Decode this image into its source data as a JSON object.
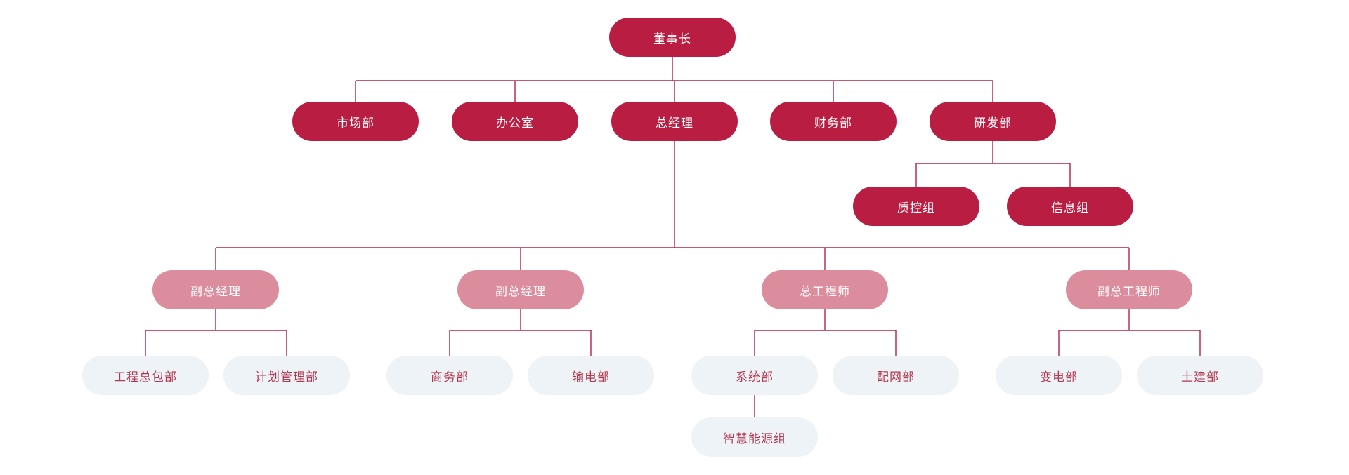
{
  "colors": {
    "accent_dark": "#b91e42",
    "accent_pink": "#db8d9d",
    "node_light_bg": "#eef3f7",
    "node_light_text": "#b43a52",
    "text_on_dark": "#ffffff",
    "line": "#b22346"
  },
  "nodes": [
    {
      "label": "董事长",
      "level": 1
    },
    {
      "label": "市场部",
      "level": 1
    },
    {
      "label": "办公室",
      "level": 1
    },
    {
      "label": "总经理",
      "level": 1
    },
    {
      "label": "财务部",
      "level": 1
    },
    {
      "label": "研发部",
      "level": 1
    },
    {
      "label": "质控组",
      "level": 1
    },
    {
      "label": "信息组",
      "level": 1
    },
    {
      "label": "副总经理",
      "level": 2
    },
    {
      "label": "副总经理",
      "level": 2
    },
    {
      "label": "总工程师",
      "level": 2
    },
    {
      "label": "副总工程师",
      "level": 2
    },
    {
      "label": "工程总包部",
      "level": 3
    },
    {
      "label": "计划管理部",
      "level": 3
    },
    {
      "label": "商务部",
      "level": 3
    },
    {
      "label": "输电部",
      "level": 3
    },
    {
      "label": "系统部",
      "level": 3
    },
    {
      "label": "配网部",
      "level": 3
    },
    {
      "label": "变电部",
      "level": 3
    },
    {
      "label": "土建部",
      "level": 3
    },
    {
      "label": "智慧能源组",
      "level": 3
    }
  ],
  "tree": {
    "label": "董事长",
    "children": [
      {
        "label": "市场部"
      },
      {
        "label": "办公室"
      },
      {
        "label": "总经理",
        "children": [
          {
            "label": "副总经理",
            "children": [
              {
                "label": "工程总包部"
              },
              {
                "label": "计划管理部"
              }
            ]
          },
          {
            "label": "副总经理",
            "children": [
              {
                "label": "商务部"
              },
              {
                "label": "输电部"
              }
            ]
          },
          {
            "label": "总工程师",
            "children": [
              {
                "label": "系统部",
                "children": [
                  {
                    "label": "智慧能源组"
                  }
                ]
              },
              {
                "label": "配网部"
              }
            ]
          },
          {
            "label": "副总工程师",
            "children": [
              {
                "label": "变电部"
              },
              {
                "label": "土建部"
              }
            ]
          }
        ]
      },
      {
        "label": "财务部"
      },
      {
        "label": "研发部",
        "children": [
          {
            "label": "质控组"
          },
          {
            "label": "信息组"
          }
        ]
      }
    ]
  }
}
